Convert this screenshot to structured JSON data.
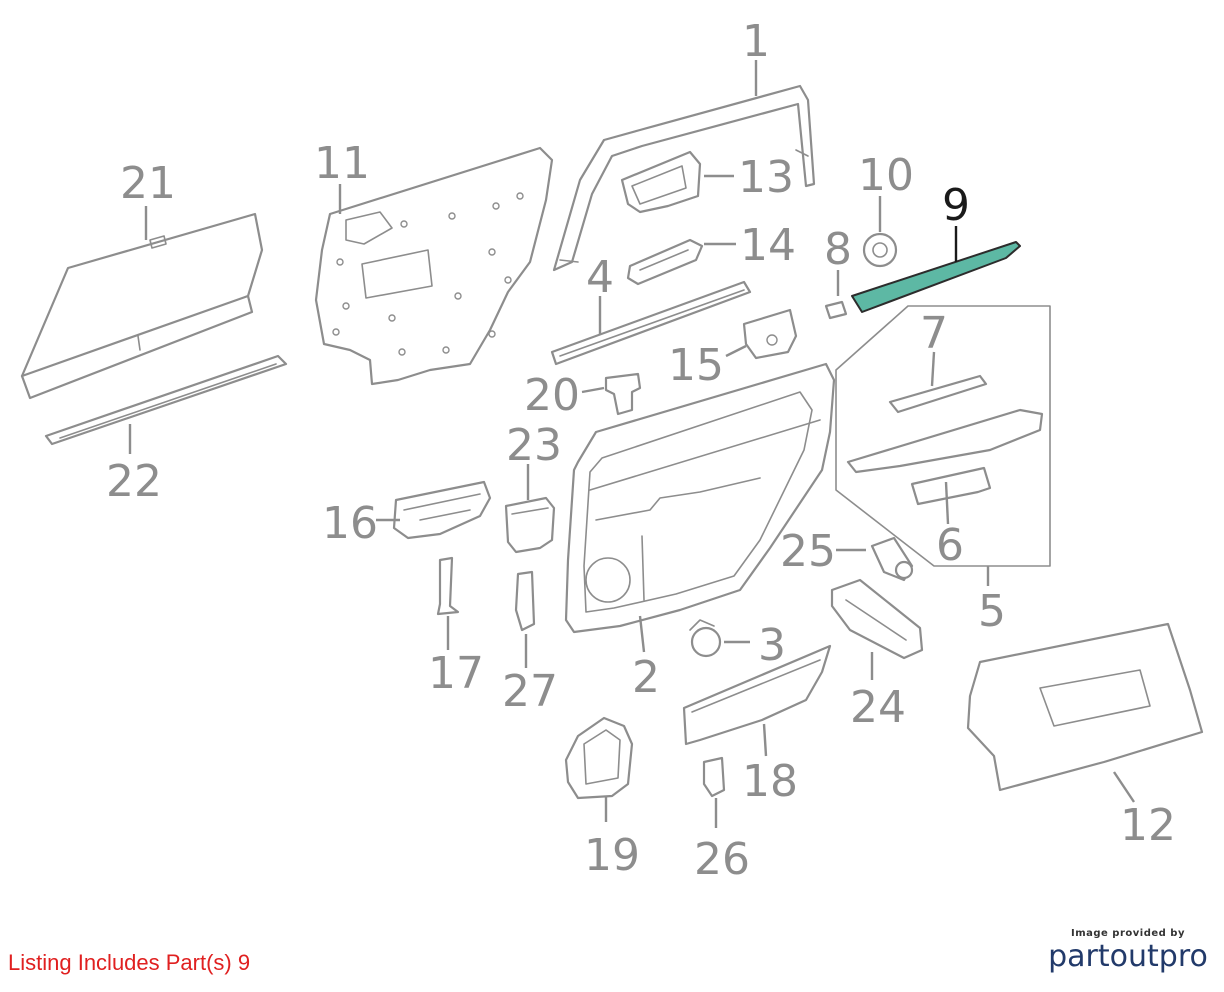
{
  "callouts": {
    "c1": "1",
    "c2": "2",
    "c3": "3",
    "c4": "4",
    "c5": "5",
    "c6": "6",
    "c7": "7",
    "c8": "8",
    "c9": "9",
    "c10": "10",
    "c11": "11",
    "c12": "12",
    "c13": "13",
    "c14": "14",
    "c15": "15",
    "c16": "16",
    "c17": "17",
    "c18": "18",
    "c19": "19",
    "c20": "20",
    "c21": "21",
    "c22": "22",
    "c23": "23",
    "c24": "24",
    "c25": "25",
    "c26": "26",
    "c27": "27"
  },
  "listing": "Listing Includes Part(s) 9",
  "credit": {
    "caption": "Image provided by",
    "brand": "partoutpro"
  },
  "colors": {
    "highlight": "#5db8a4",
    "parts": "#8d8d8d",
    "listing": "#e02020",
    "brand": "#223a6a"
  }
}
